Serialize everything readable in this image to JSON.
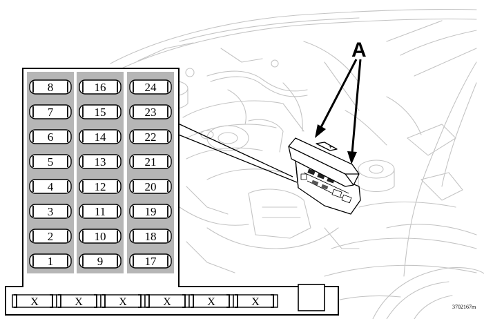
{
  "callout_label": "A",
  "reference_code": "3702167m",
  "fuse_columns": [
    [
      "8",
      "7",
      "6",
      "5",
      "4",
      "3",
      "2",
      "1"
    ],
    [
      "16",
      "15",
      "14",
      "13",
      "12",
      "11",
      "10",
      "9"
    ],
    [
      "24",
      "23",
      "22",
      "21",
      "20",
      "19",
      "18",
      "17"
    ]
  ],
  "spare_slots": [
    "X",
    "X",
    "X",
    "X",
    "X",
    "X"
  ],
  "colors": {
    "fuse_fill": "#b6b6b6",
    "line": "#000000",
    "engine_line": "#c4c4c4"
  }
}
